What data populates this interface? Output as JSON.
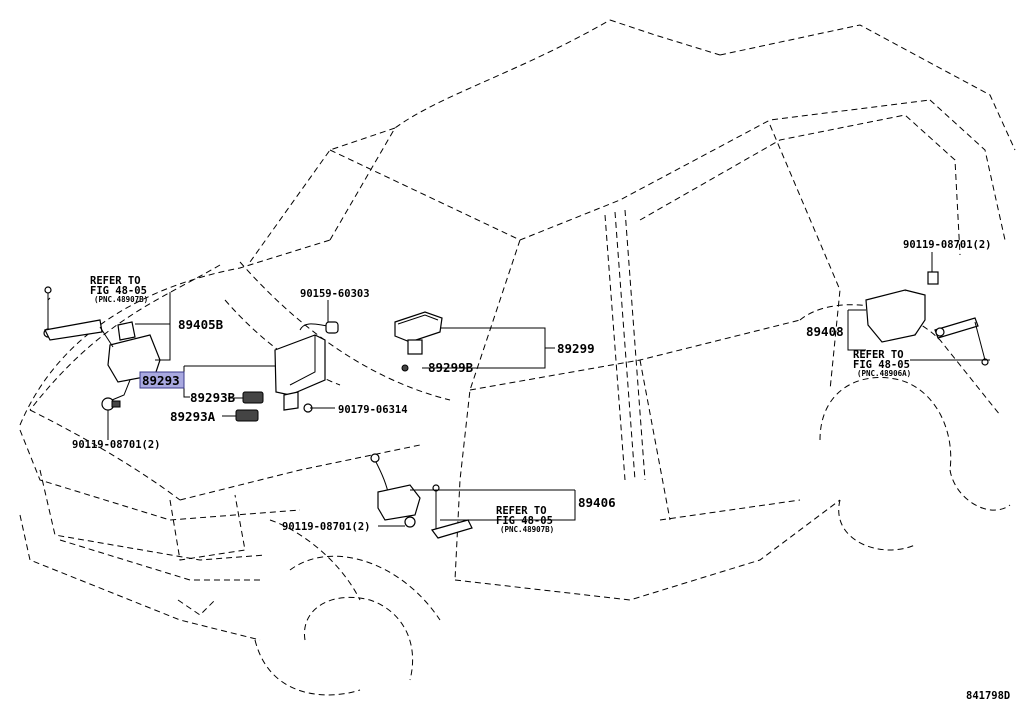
{
  "labels": {
    "refer_front_left": [
      "REFER TO",
      "FIG 48-05",
      "(PNC.48907B)"
    ],
    "p89405b": "89405B",
    "p89293": "89293",
    "p89293b": "89293B",
    "p89293a": "89293A",
    "p90119_left": "90119-08701(2)",
    "p90159": "90159-60303",
    "p90179": "90179-06314",
    "p89299": "89299",
    "p89299b": "89299B",
    "p90119_right": "90119-08701(2)",
    "p89408": "89408",
    "refer_rear": [
      "REFER TO",
      "FIG 48-05",
      "(PNC.48906A)"
    ],
    "p89406": "89406",
    "refer_front_right": [
      "REFER TO",
      "FIG 48-05",
      "(PNC.48907B)"
    ],
    "p90119_center": "90119-08701(2)",
    "diagram_id": "841798D"
  },
  "colors": {
    "highlight": "#a9a9e0",
    "line": "#000000"
  }
}
